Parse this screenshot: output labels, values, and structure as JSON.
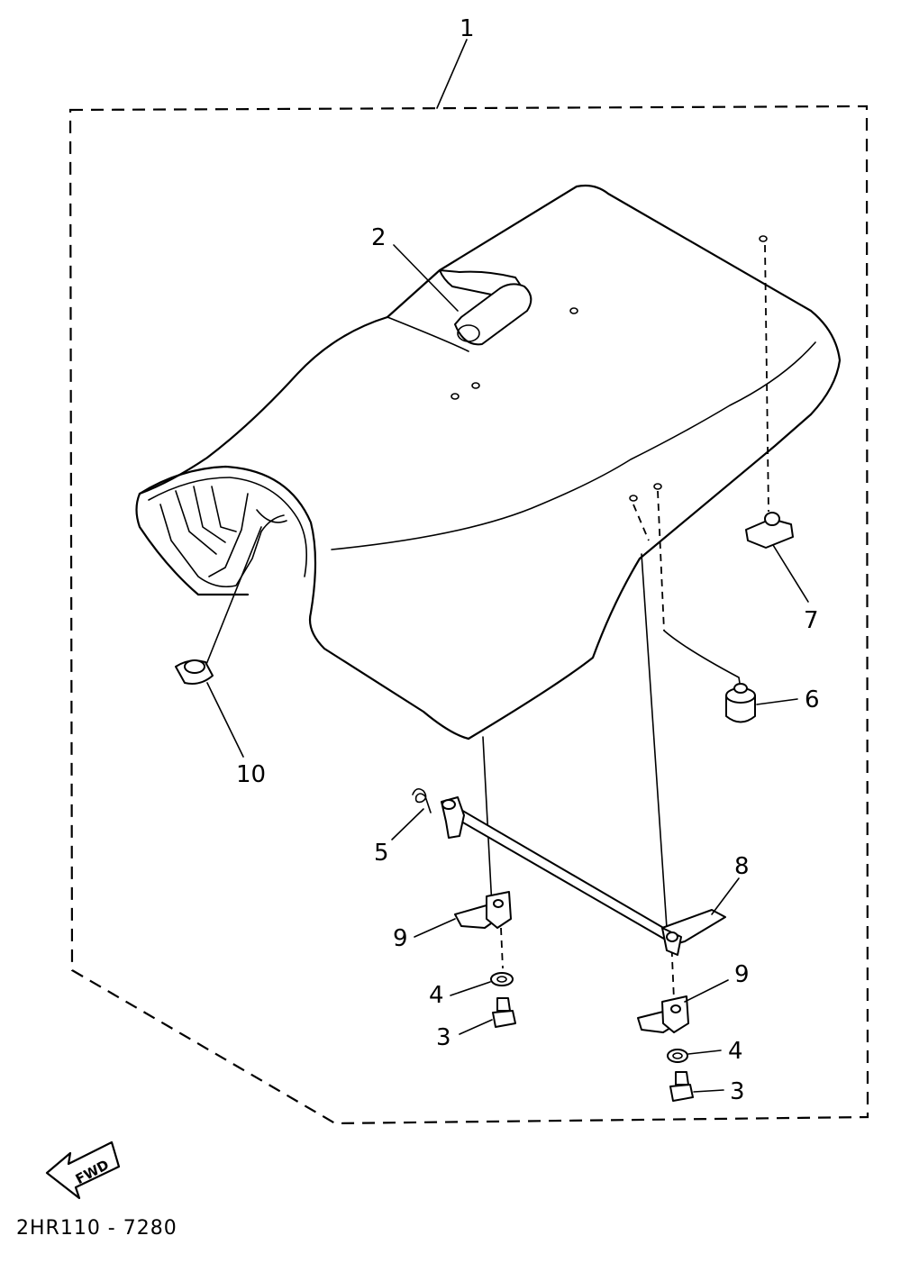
{
  "diagram": {
    "callouts": {
      "c1": "1",
      "c2": "2",
      "c3a": "3",
      "c3b": "3",
      "c4a": "4",
      "c4b": "4",
      "c5": "5",
      "c6": "6",
      "c7": "7",
      "c8": "8",
      "c9a": "9",
      "c9b": "9",
      "c10": "10"
    },
    "fwd_label": "FWD",
    "drawing_code": "2HR110 - 7280"
  }
}
